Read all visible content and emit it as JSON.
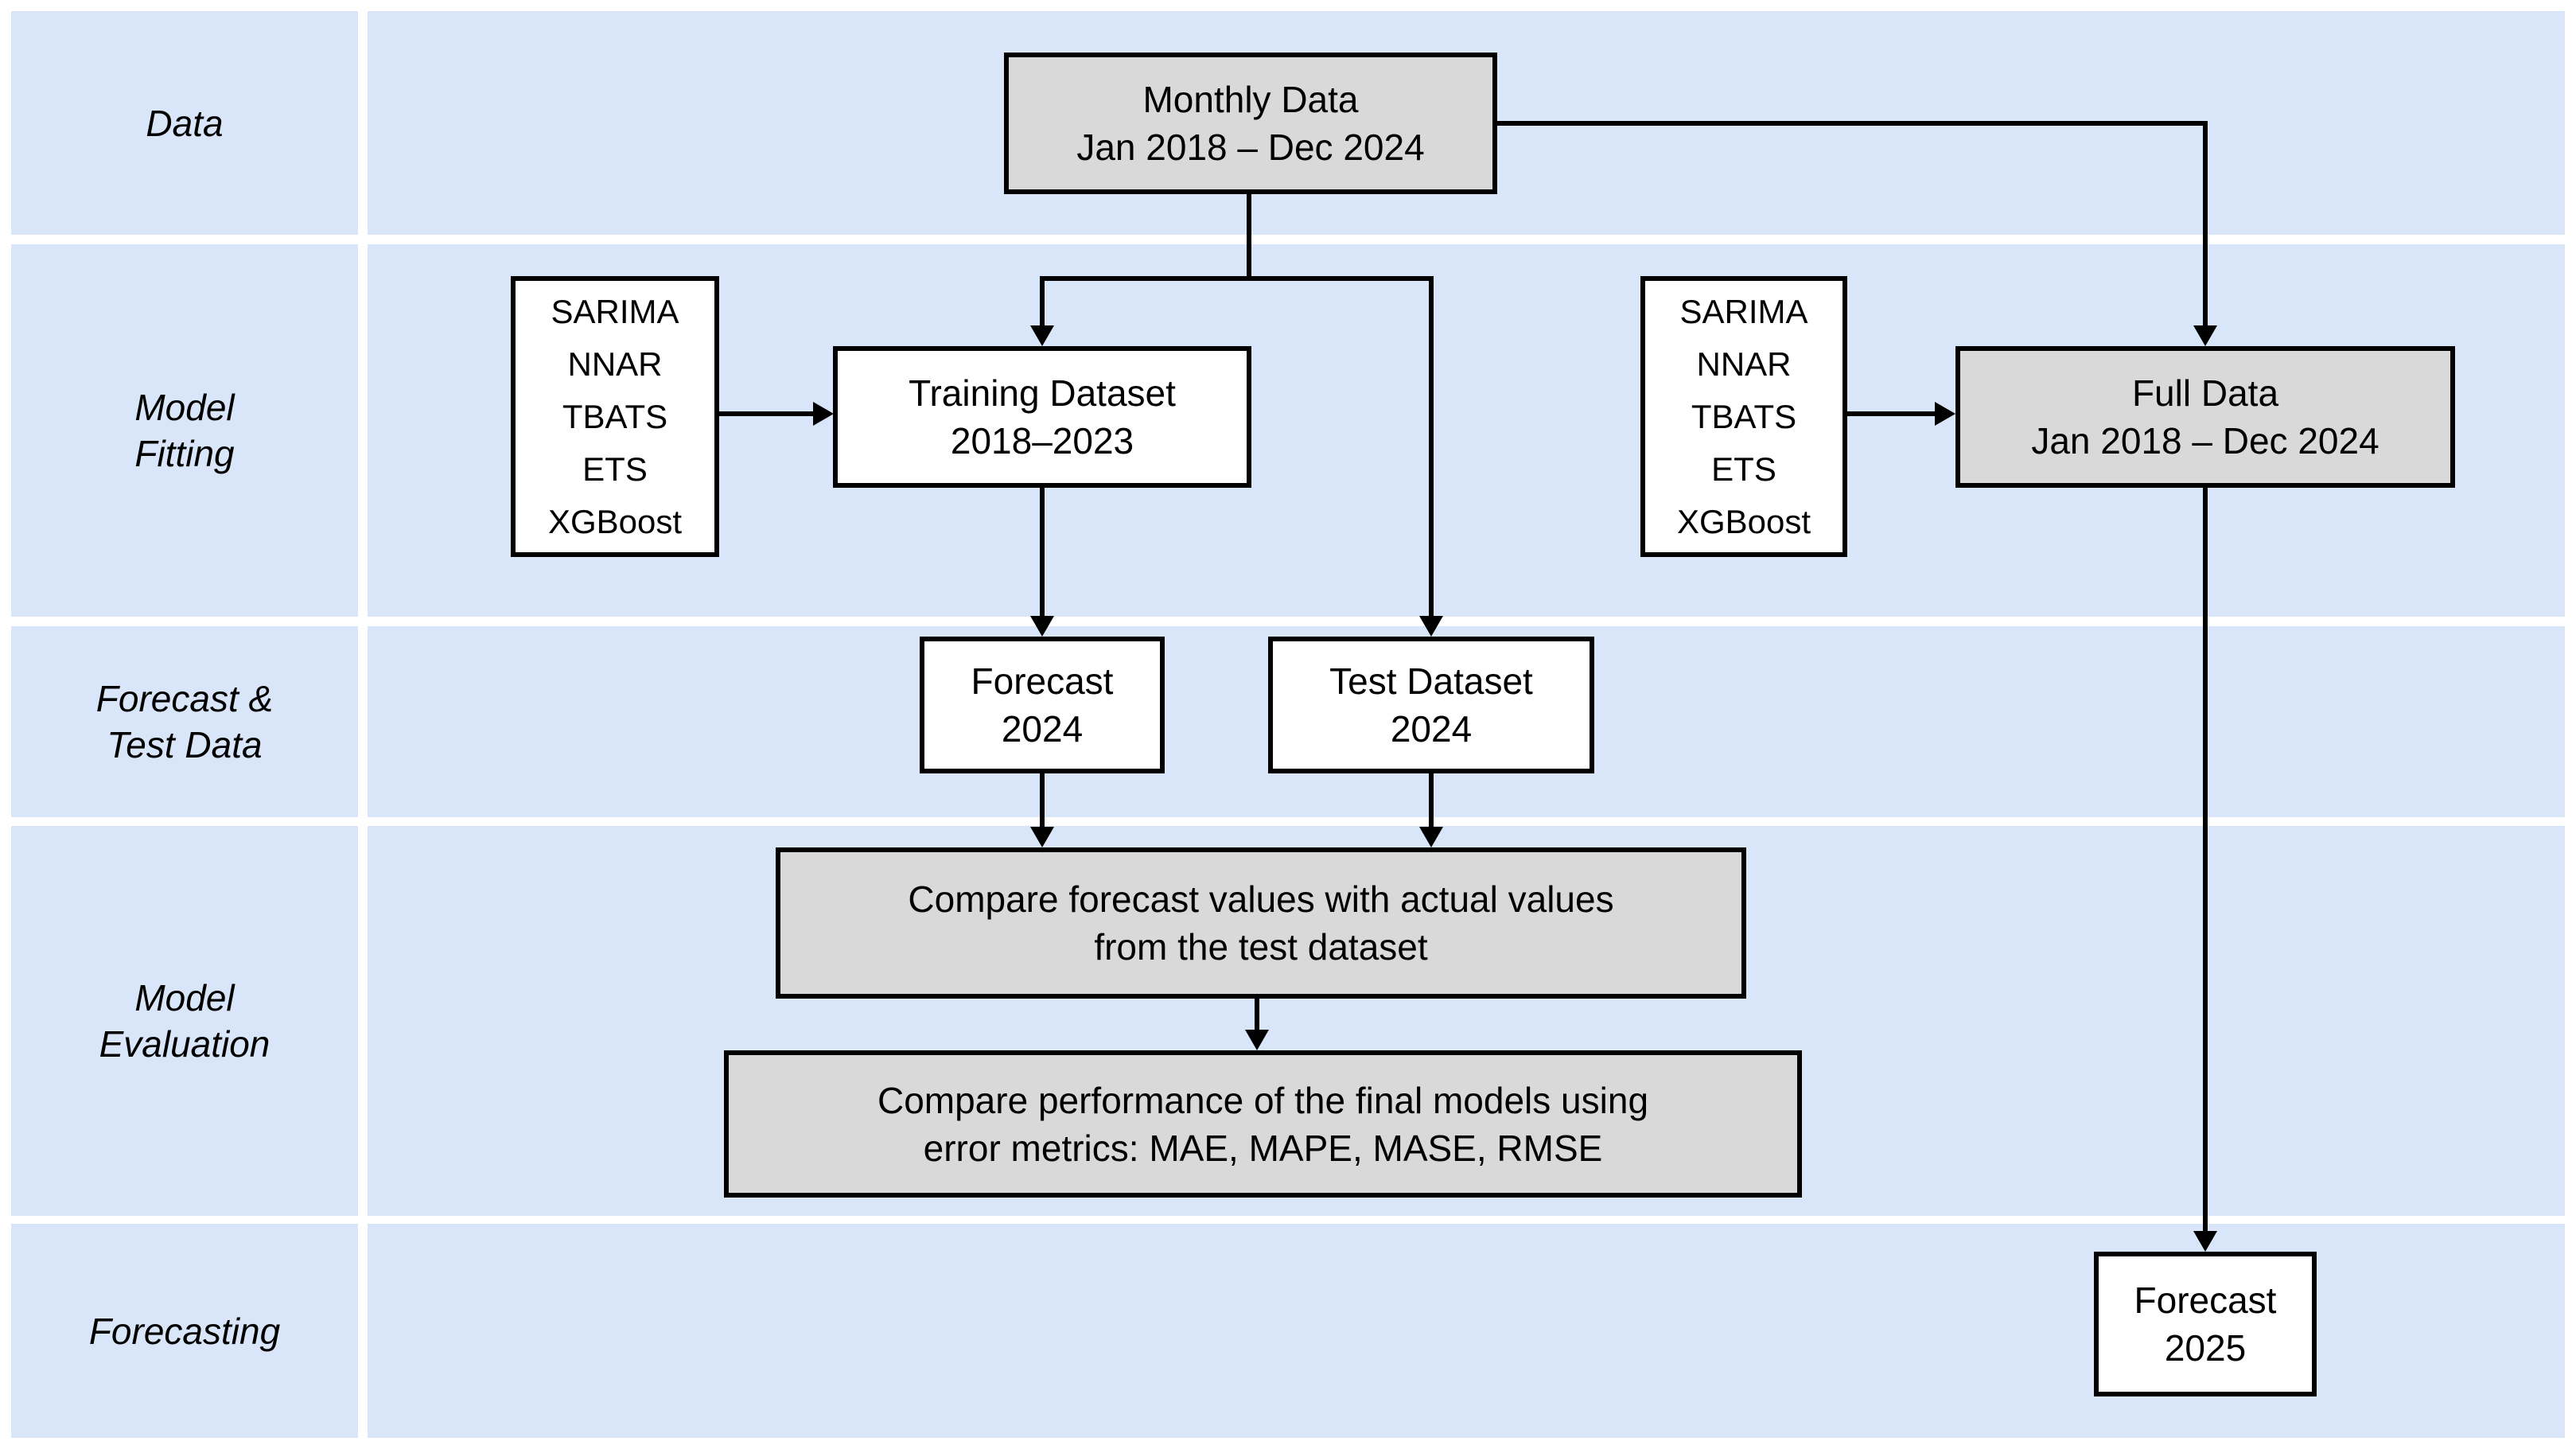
{
  "diagram": {
    "row_labels": [
      {
        "lines": [
          "Data"
        ]
      },
      {
        "lines": [
          "Model",
          "Fitting"
        ]
      },
      {
        "lines": [
          "Forecast &",
          "Test Data"
        ]
      },
      {
        "lines": [
          "Model",
          "Evaluation"
        ]
      },
      {
        "lines": [
          "Forecasting"
        ]
      }
    ],
    "boxes": {
      "monthly_data": {
        "lines": [
          "Monthly Data",
          "Jan 2018 – Dec 2024"
        ]
      },
      "models_left": {
        "lines": [
          "SARIMA",
          "NNAR",
          "TBATS",
          "ETS",
          "XGBoost"
        ]
      },
      "training_dataset": {
        "lines": [
          "Training Dataset",
          "2018–2023"
        ]
      },
      "models_right": {
        "lines": [
          "SARIMA",
          "NNAR",
          "TBATS",
          "ETS",
          "XGBoost"
        ]
      },
      "full_data": {
        "lines": [
          "Full Data",
          "Jan 2018 – Dec 2024"
        ]
      },
      "forecast_2024": {
        "lines": [
          "Forecast",
          "2024"
        ]
      },
      "test_dataset": {
        "lines": [
          "Test Dataset",
          "2024"
        ]
      },
      "compare_forecast": {
        "lines": [
          "Compare forecast values with actual values",
          "from the test dataset"
        ]
      },
      "compare_performance": {
        "lines": [
          "Compare performance of the final models using",
          "error metrics: MAE, MAPE, MASE, RMSE"
        ]
      },
      "forecast_2025": {
        "lines": [
          "Forecast",
          "2025"
        ]
      }
    },
    "colors": {
      "background_blue": "#d9e6f9",
      "box_gray": "#d9d9d9",
      "box_white": "#ffffff",
      "line_black": "#000000",
      "page_white": "#ffffff"
    }
  }
}
